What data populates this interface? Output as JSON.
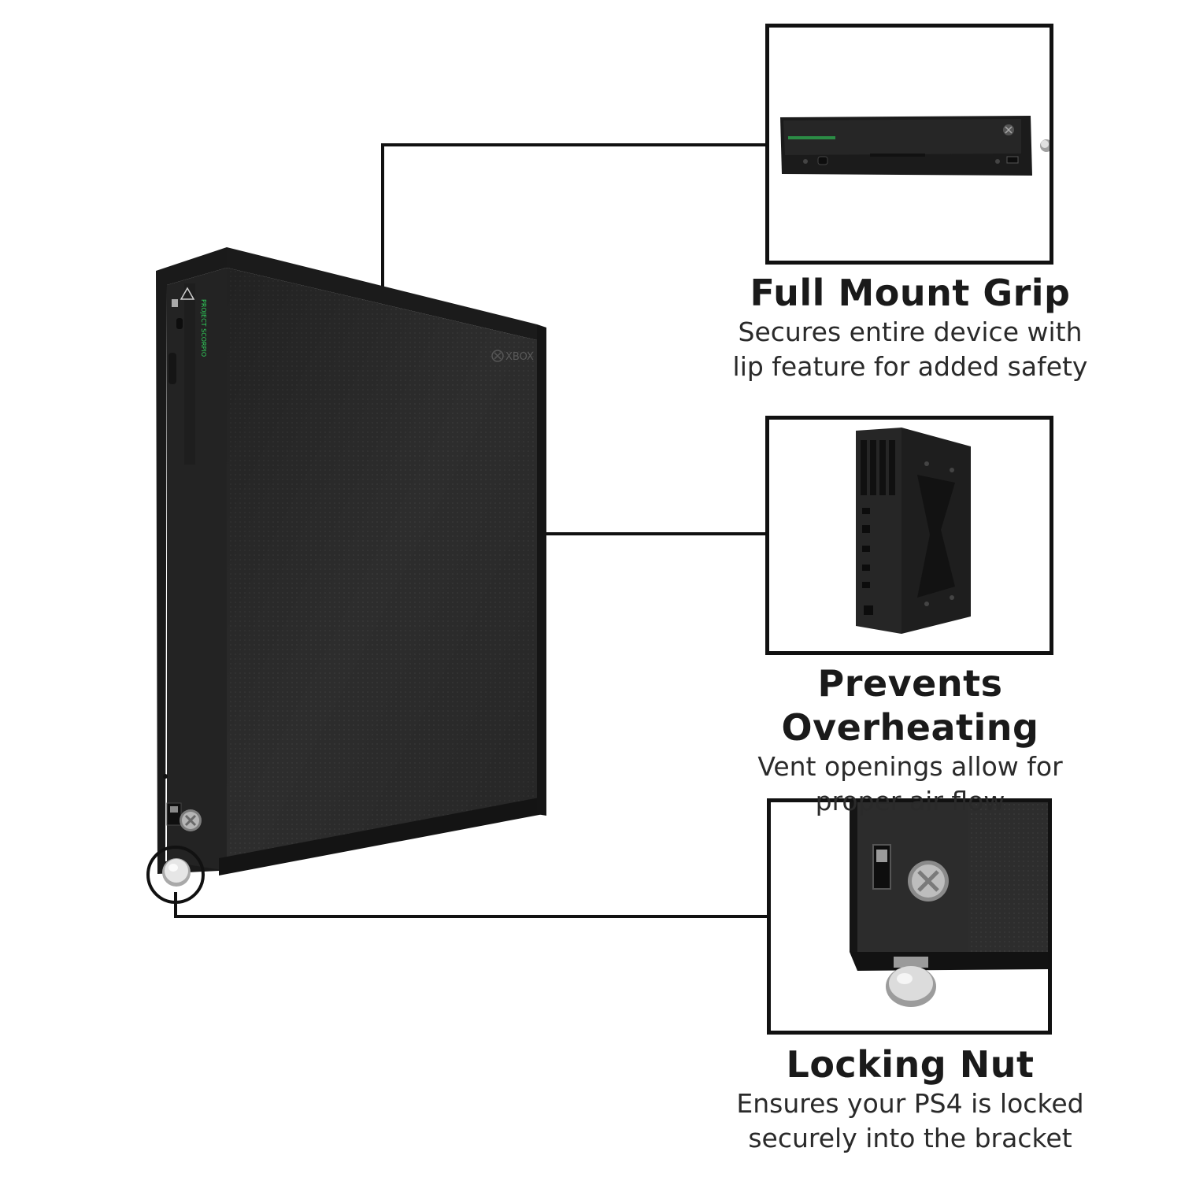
{
  "colors": {
    "background": "#ffffff",
    "console_dark": "#2b2b2b",
    "bracket": "#1c1c1c",
    "line": "#111111",
    "accent_green": "#2fd05a",
    "knob_silver": "#cfcfcf"
  },
  "console": {
    "logo_text": "XBOX",
    "side_label": "PROJECT SCORPIO"
  },
  "features": [
    {
      "title": "Full Mount Grip",
      "description_lines": [
        "Secures entire device with",
        "lip feature for added safety"
      ],
      "icon": "console-top-view-photo"
    },
    {
      "title": "Prevents Overheating",
      "description_lines": [
        "Vent openings allow for",
        "proper air flow"
      ],
      "icon": "console-rear-vents-photo"
    },
    {
      "title": "Locking Nut",
      "description_lines": [
        "Ensures your PS4 is locked",
        "securely into the bracket"
      ],
      "icon": "locking-nut-closeup-photo"
    }
  ]
}
